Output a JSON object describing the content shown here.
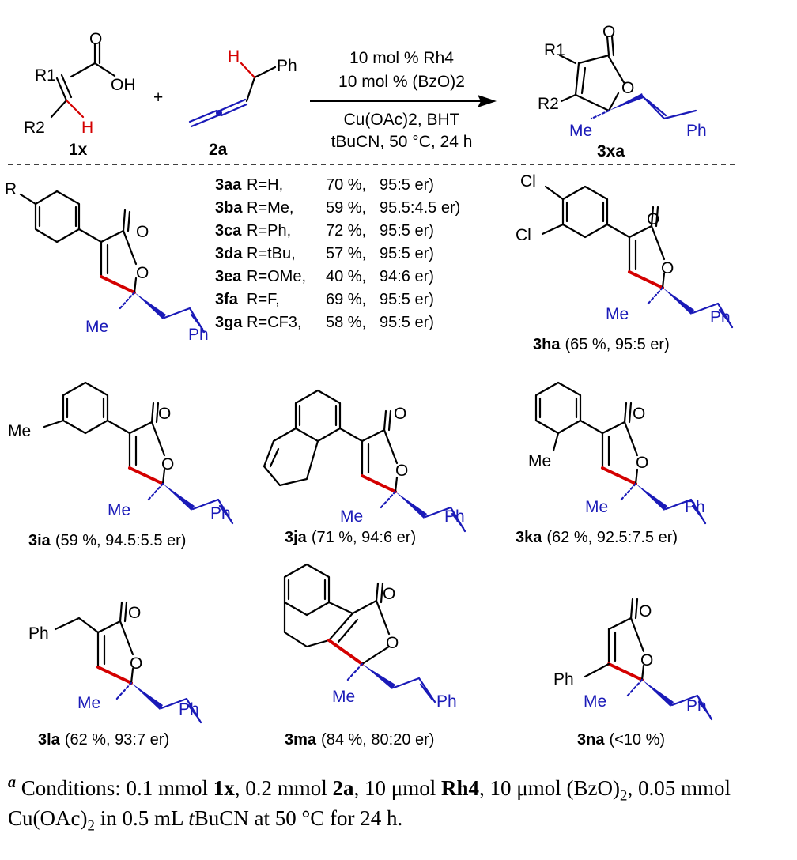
{
  "reaction": {
    "reactant1_label": "1x",
    "reactant2_label": "2a",
    "product_label": "3xa",
    "plus": "+",
    "conditions": [
      "10 mol % Rh4",
      "10 mol % (BzO)2",
      "Cu(OAc)2, BHT",
      "tBuCN, 50 °C, 24 h"
    ],
    "atoms": {
      "R1": "R1",
      "R2": "R2",
      "H": "H",
      "OH": "OH",
      "O": "O",
      "Ph": "Ph",
      "Me": "Me"
    }
  },
  "para_series": {
    "substituent": "R",
    "entries": [
      {
        "id": "3aa",
        "r": "R=H,",
        "yield": "70 %,",
        "er": "95:5 er)"
      },
      {
        "id": "3ba",
        "r": "R=Me,",
        "yield": "59 %,",
        "er": "95.5:4.5 er)"
      },
      {
        "id": "3ca",
        "r": "R=Ph,",
        "yield": "72 %,",
        "er": "95:5 er)"
      },
      {
        "id": "3da",
        "r": "R=tBu,",
        "yield": "57 %,",
        "er": "95:5 er)"
      },
      {
        "id": "3ea",
        "r": "R=OMe,",
        "yield": "40 %,",
        "er": "94:6 er)"
      },
      {
        "id": "3fa",
        "r": "R=F,",
        "yield": "69 %,",
        "er": "95:5 er)"
      },
      {
        "id": "3ga",
        "r": "R=CF3,",
        "yield": "58 %,",
        "er": "95:5 er)"
      }
    ]
  },
  "products": [
    {
      "id": "3ha",
      "detail": "(65 %, 95:5 er)",
      "substituents": [
        "Cl",
        "Cl"
      ]
    },
    {
      "id": "3ia",
      "detail": "(59 %, 94.5:5.5 er)",
      "substituents": [
        "Me"
      ]
    },
    {
      "id": "3ja",
      "detail": "(71 %, 94:6 er)",
      "substituents": []
    },
    {
      "id": "3ka",
      "detail": "(62 %,  92.5:7.5 er)",
      "substituents": [
        "Me"
      ]
    },
    {
      "id": "3la",
      "detail": "(62 %, 93:7 er)",
      "substituents": [
        "Ph"
      ]
    },
    {
      "id": "3ma",
      "detail": "(84 %, 80:20 er)",
      "substituents": []
    },
    {
      "id": "3na",
      "detail": "(<10 %)",
      "substituents": [
        "Ph"
      ]
    }
  ],
  "footnote": {
    "marker": "a",
    "parts": [
      "Conditions: 0.1 mmol ",
      "1x",
      ", 0.2 mmol ",
      "2a",
      ", 10 μmol ",
      "Rh4",
      ", 10 μmol (BzO)",
      "2",
      ", 0.05 mmol Cu(OAc)",
      "2",
      " in 0.5 mL ",
      "t",
      "BuCN at 50 °C for 24 h."
    ]
  },
  "colors": {
    "allene_blue": "#1a1ab8",
    "highlight_red": "#d40000",
    "text": "#000000"
  }
}
